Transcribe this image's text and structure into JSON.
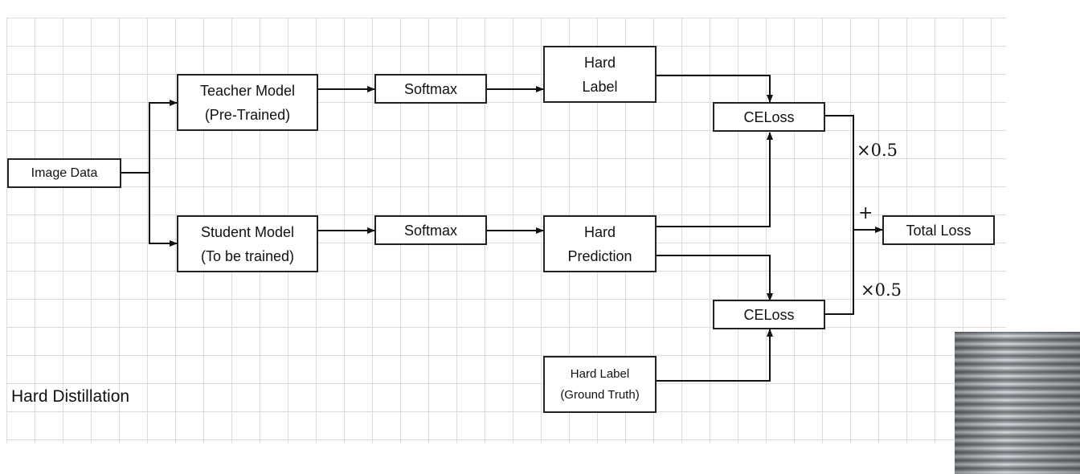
{
  "diagram": {
    "caption": "Hard Distillation",
    "nodes": {
      "image_data": {
        "lines": [
          "Image Data"
        ]
      },
      "teacher_model": {
        "lines": [
          "Teacher Model",
          "(Pre-Trained)"
        ]
      },
      "student_model": {
        "lines": [
          "Student Model",
          "(To be trained)"
        ]
      },
      "softmax_teacher": {
        "lines": [
          "Softmax"
        ]
      },
      "softmax_student": {
        "lines": [
          "Softmax"
        ]
      },
      "hard_label": {
        "lines": [
          "Hard",
          "Label"
        ]
      },
      "hard_prediction": {
        "lines": [
          "Hard",
          "Prediction"
        ]
      },
      "hard_label_gt": {
        "lines": [
          "Hard Label",
          "(Ground Truth)"
        ]
      },
      "celoss_top": {
        "lines": [
          "CELoss"
        ]
      },
      "celoss_bottom": {
        "lines": [
          "CELoss"
        ]
      },
      "total_loss": {
        "lines": [
          "Total Loss"
        ]
      }
    },
    "edges": [
      {
        "from": "image_data",
        "to": "teacher_model"
      },
      {
        "from": "image_data",
        "to": "student_model"
      },
      {
        "from": "teacher_model",
        "to": "softmax_teacher"
      },
      {
        "from": "student_model",
        "to": "softmax_student"
      },
      {
        "from": "softmax_teacher",
        "to": "hard_label"
      },
      {
        "from": "softmax_student",
        "to": "hard_prediction"
      },
      {
        "from": "hard_label",
        "to": "celoss_top"
      },
      {
        "from": "hard_prediction",
        "to": "celoss_top"
      },
      {
        "from": "hard_prediction",
        "to": "celoss_bottom"
      },
      {
        "from": "hard_label_gt",
        "to": "celoss_bottom"
      },
      {
        "from": "celoss_top",
        "to": "total_loss",
        "label": "×0.5"
      },
      {
        "from": "celoss_bottom",
        "to": "total_loss",
        "label": "×0.5"
      }
    ],
    "combine_symbol": "+",
    "weights": {
      "top": "×0.5",
      "bottom": "×0.5"
    }
  }
}
